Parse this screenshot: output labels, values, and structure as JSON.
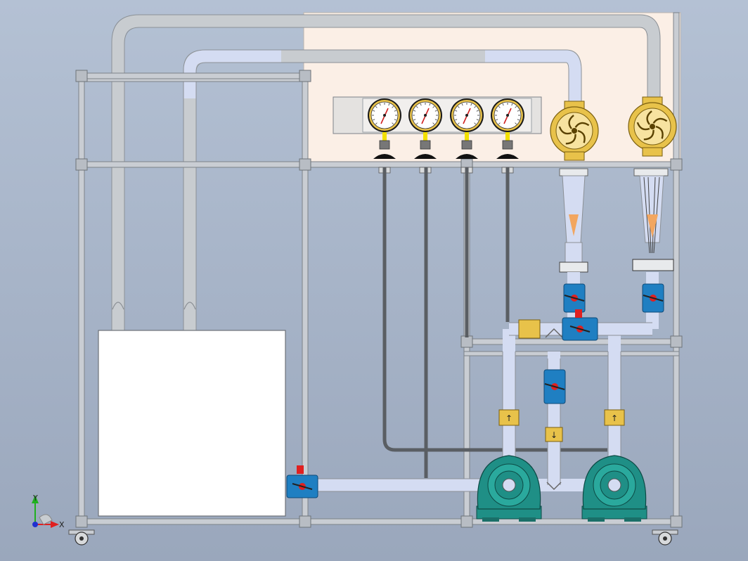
{
  "scene": {
    "title": "",
    "background_top": "#b4c1d4",
    "background_bottom": "#9aa7bc",
    "panel_color": "#fbefe6",
    "frame_color": "#c9cdd3",
    "pipe_grey": "#c8ccd0",
    "pipe_blue": "#d4dcf2",
    "tube_dark": "#5a5e63",
    "tank_color": "#ffffff",
    "pump_color": "#1f8f86",
    "brass_color": "#e8c24a",
    "valve_blue": "#1f7fc2",
    "valve_handle_red": "#e02020",
    "float_orange": "#f2a660"
  },
  "gauges": [
    {
      "name": "gauge-1"
    },
    {
      "name": "gauge-2"
    },
    {
      "name": "gauge-3"
    },
    {
      "name": "gauge-4"
    }
  ],
  "flow_markers": [
    "↑",
    "↓",
    "↑"
  ],
  "axis_triad": {
    "x_label": "X",
    "y_label": "Y",
    "x_color": "#e02020",
    "y_color": "#20b020",
    "origin_color": "#2030d0"
  }
}
